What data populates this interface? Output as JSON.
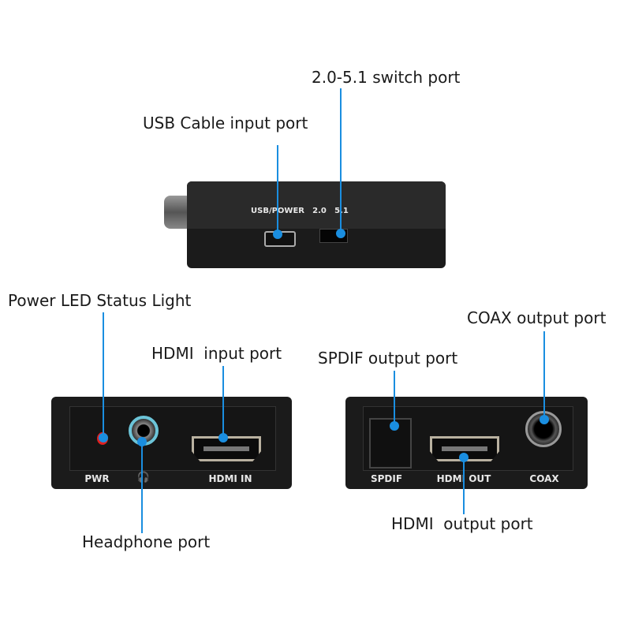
{
  "callouts": {
    "switch": "2.0-5.1 switch port",
    "usb": "USB Cable input port",
    "power_led": "Power LED Status Light",
    "hdmi_in": "HDMI  input port",
    "headphone": "Headphone port",
    "spdif": "SPDIF output port",
    "coax": "COAX output port",
    "hdmi_out": "HDMI  output port"
  },
  "device_labels": {
    "usb_power": "USB/POWER",
    "mode_20": "2.0",
    "mode_51": "5.1",
    "pwr": "PWR",
    "hdmi_in": "HDMI IN",
    "spdif": "SPDIF",
    "hdmi_out": "HDMI OUT",
    "coax": "COAX"
  },
  "colors": {
    "accent": "#1a8ee0",
    "led": "#e02020"
  }
}
